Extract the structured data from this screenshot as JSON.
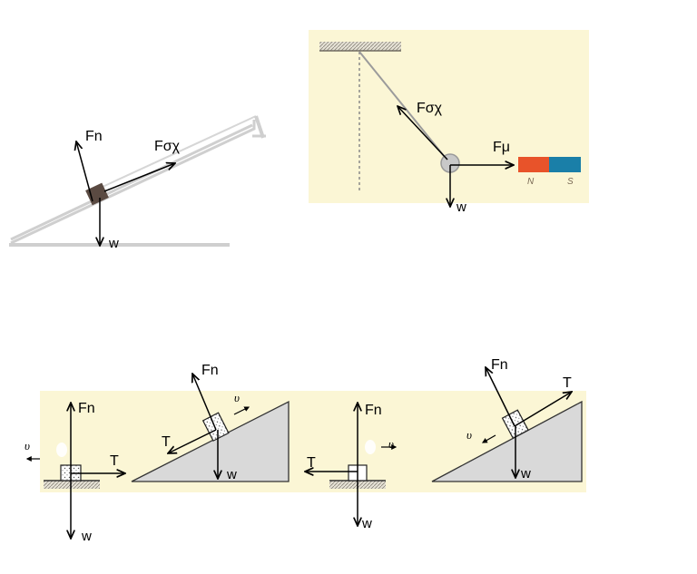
{
  "colors": {
    "panel_bg": "#fbf6d5",
    "incline_fill": "#d9d9d9",
    "incline_stroke": "#bdbdbd",
    "block_dark": "#5a4a42",
    "magnet_north": "#e8532a",
    "magnet_south": "#1a7fa8",
    "rope": "#9b9b9b",
    "bob": "#c8c8c8"
  },
  "diagram1": {
    "labels": {
      "normal": "Fn",
      "rope": "Fσχ",
      "weight": "w"
    }
  },
  "diagram2": {
    "labels": {
      "rope": "Fσχ",
      "magnetic": "Fμ",
      "weight": "w",
      "north": "N",
      "south": "S"
    }
  },
  "diagram3": {
    "labels": {
      "normal": "Fn",
      "tension": "T",
      "weight": "w",
      "velocity": "υ"
    }
  },
  "diagram4": {
    "labels": {
      "normal": "Fn",
      "tension": "T",
      "weight": "w",
      "velocity": "υ"
    }
  },
  "diagram5": {
    "labels": {
      "normal": "Fn",
      "tension": "T",
      "weight": "w",
      "velocity": "υ"
    }
  },
  "diagram6": {
    "labels": {
      "normal": "Fn",
      "tension": "T",
      "weight": "w",
      "velocity": "υ"
    }
  }
}
